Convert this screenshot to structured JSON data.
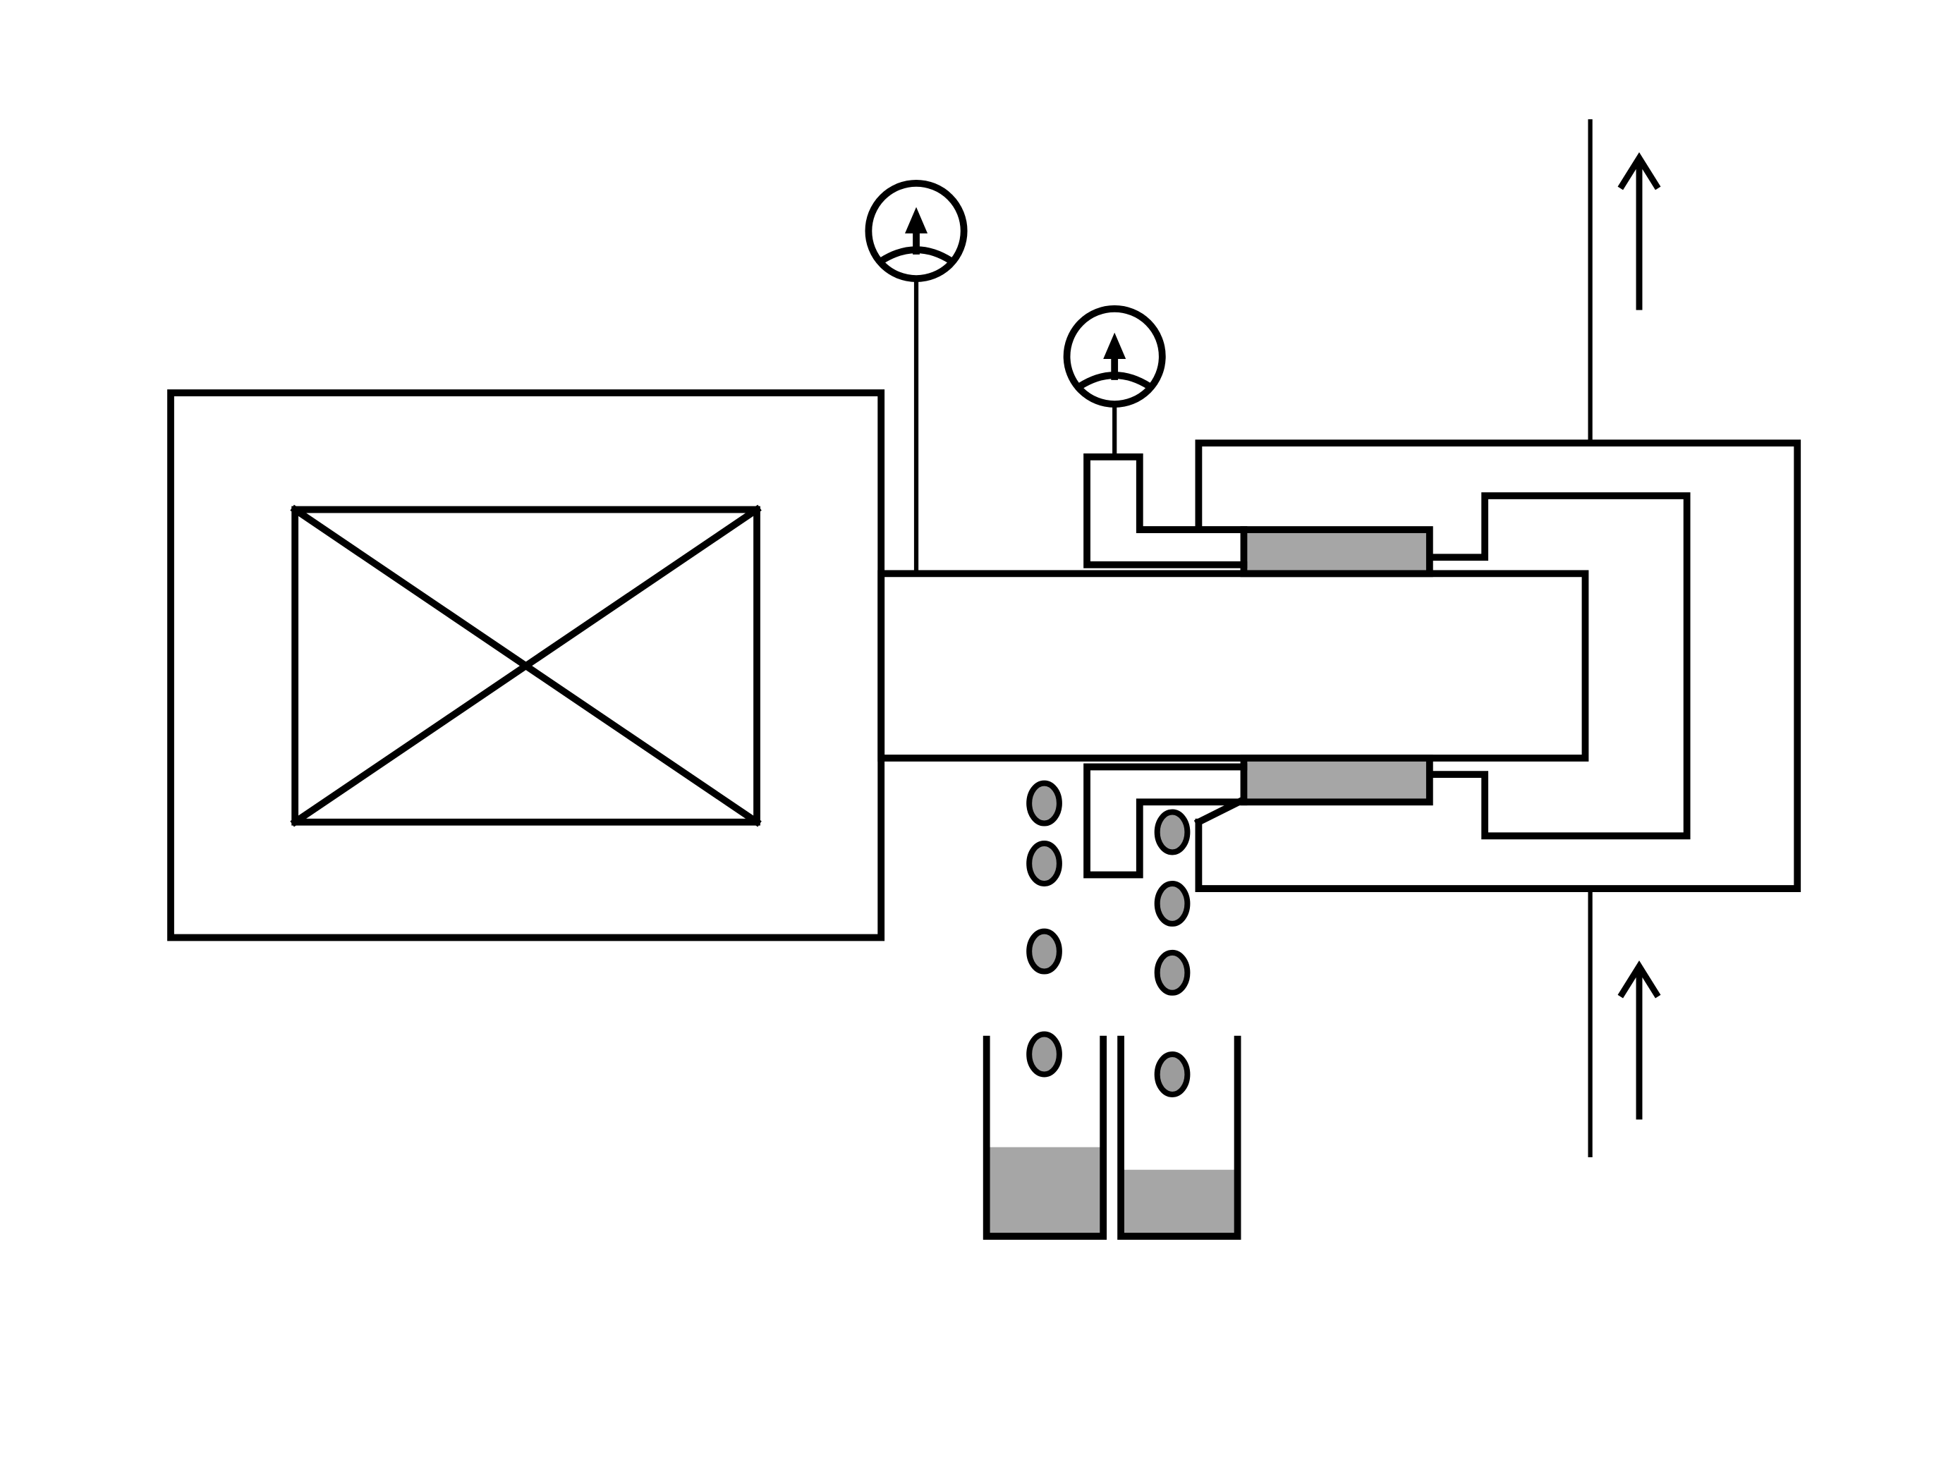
{
  "diagram": {
    "components": [
      "motor-housing",
      "motor-symbol",
      "shaft",
      "bearing-housing",
      "inner-bearing-housing",
      "seal-upper",
      "seal-lower",
      "pressure-gauge-shaft",
      "pressure-gauge-chamber",
      "leak-collection-cup-left",
      "leak-collection-cup-right",
      "flow-arrow-upper",
      "flow-arrow-lower"
    ],
    "gauge_icon": "pressure-gauge-icon",
    "arrow_icon": "arrow-up-icon",
    "colors": {
      "line": "#000000",
      "seal_fill": "#a6a6a6",
      "droplet_fill": "#9c9c9c",
      "background": "#ffffff"
    },
    "collection_cups": [
      {
        "id": "left",
        "fill_level": 0.46
      },
      {
        "id": "right",
        "fill_level": 0.34
      }
    ],
    "droplet_streams": [
      {
        "id": "left",
        "count": 4
      },
      {
        "id": "right",
        "count": 4
      }
    ]
  }
}
